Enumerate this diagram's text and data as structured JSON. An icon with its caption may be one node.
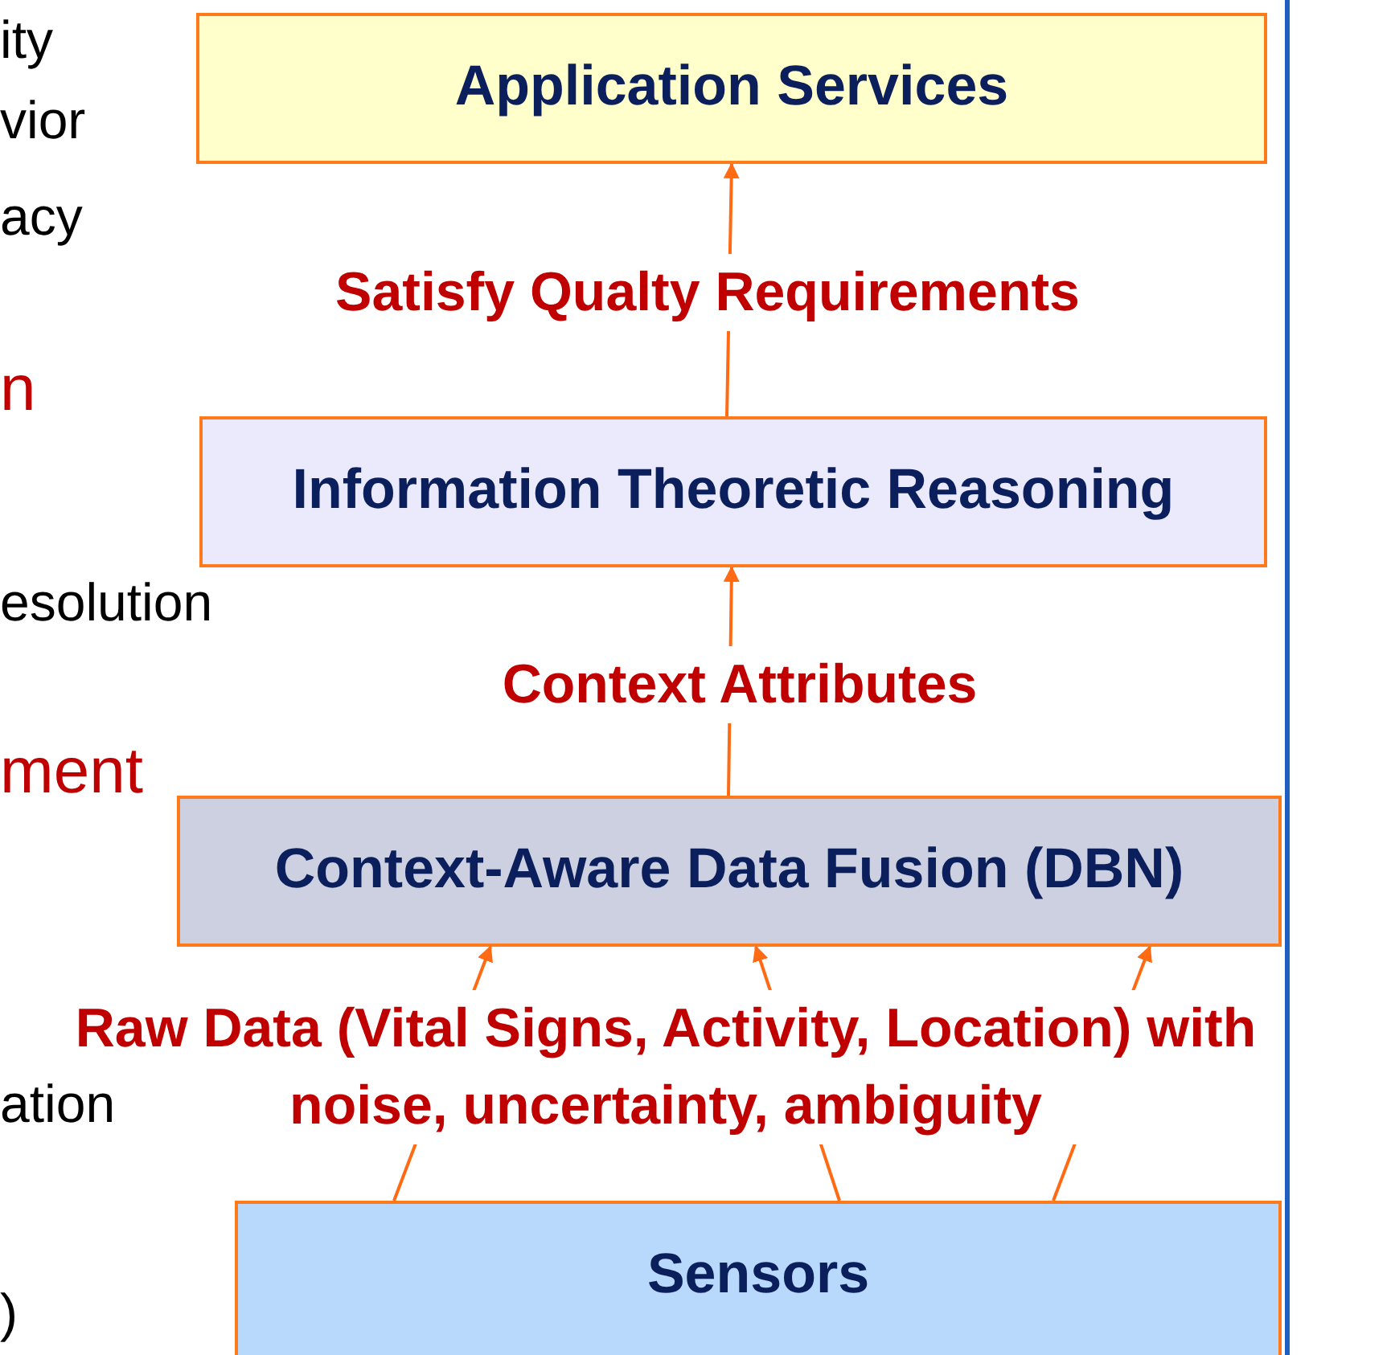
{
  "diagram": {
    "nodes": [
      {
        "text": [
          "Application Services"
        ]
      },
      {
        "text": [
          "Information Theoretic Reasoning"
        ]
      },
      {
        "text": [
          "Context-Aware Data Fusion (DBN)"
        ]
      },
      {
        "text": [
          "Sensors"
        ]
      }
    ],
    "edges": [
      {
        "from": 1,
        "to": 0,
        "arrow": "to",
        "label": "Satisfy Qualty Requirements"
      },
      {
        "from": 2,
        "to": 1,
        "arrow": "to",
        "label": "Context Attributes"
      },
      {
        "from": 3,
        "to": 2,
        "arrow": "to"
      },
      {
        "from": 3,
        "to": 2,
        "arrow": "to",
        "label": "Raw Data (Vital Signs, Activity, Location) with noise, uncertainty, ambiguity"
      },
      {
        "from": 3,
        "to": 2,
        "arrow": "to"
      }
    ],
    "labels": [
      "ity",
      "vior",
      "acy",
      "n",
      "esolution",
      "ment",
      "ation",
      ")"
    ]
  }
}
